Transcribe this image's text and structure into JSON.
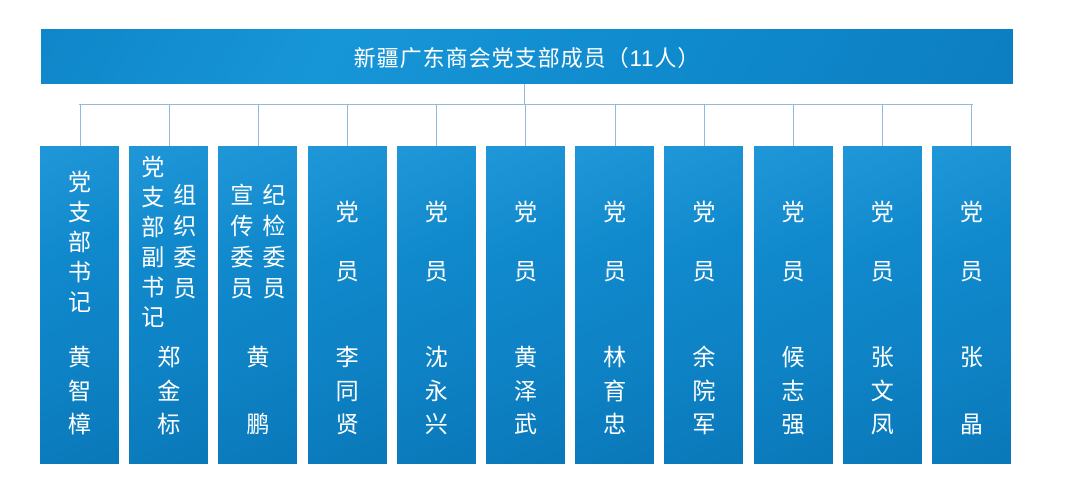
{
  "header": {
    "title": "新疆广东商会党支部成员（11人）",
    "member_count": 11
  },
  "colors": {
    "banner_blue": "#1089cc",
    "card_blue_light": "#2097d8",
    "card_blue_dark": "#0a78b9",
    "connector_line": "#93badd",
    "text": "#ffffff",
    "background": "#ffffff"
  },
  "members": [
    {
      "title_lines": [
        "党支部书记"
      ],
      "name": "黄智樟"
    },
    {
      "title_lines": [
        "党支部副书记",
        "组织委员"
      ],
      "name": "郑金标"
    },
    {
      "title_lines": [
        "宣传委员",
        "纪检委员"
      ],
      "name": "黄鹏"
    },
    {
      "title_lines": [
        "党员"
      ],
      "name": "李同贤"
    },
    {
      "title_lines": [
        "党员"
      ],
      "name": "沈永兴"
    },
    {
      "title_lines": [
        "党员"
      ],
      "name": "黄泽武"
    },
    {
      "title_lines": [
        "党员"
      ],
      "name": "林育忠"
    },
    {
      "title_lines": [
        "党员"
      ],
      "name": "余院军"
    },
    {
      "title_lines": [
        "党员"
      ],
      "name": "候志强"
    },
    {
      "title_lines": [
        "党员"
      ],
      "name": "张文凤"
    },
    {
      "title_lines": [
        "党员"
      ],
      "name": "张晶"
    }
  ]
}
